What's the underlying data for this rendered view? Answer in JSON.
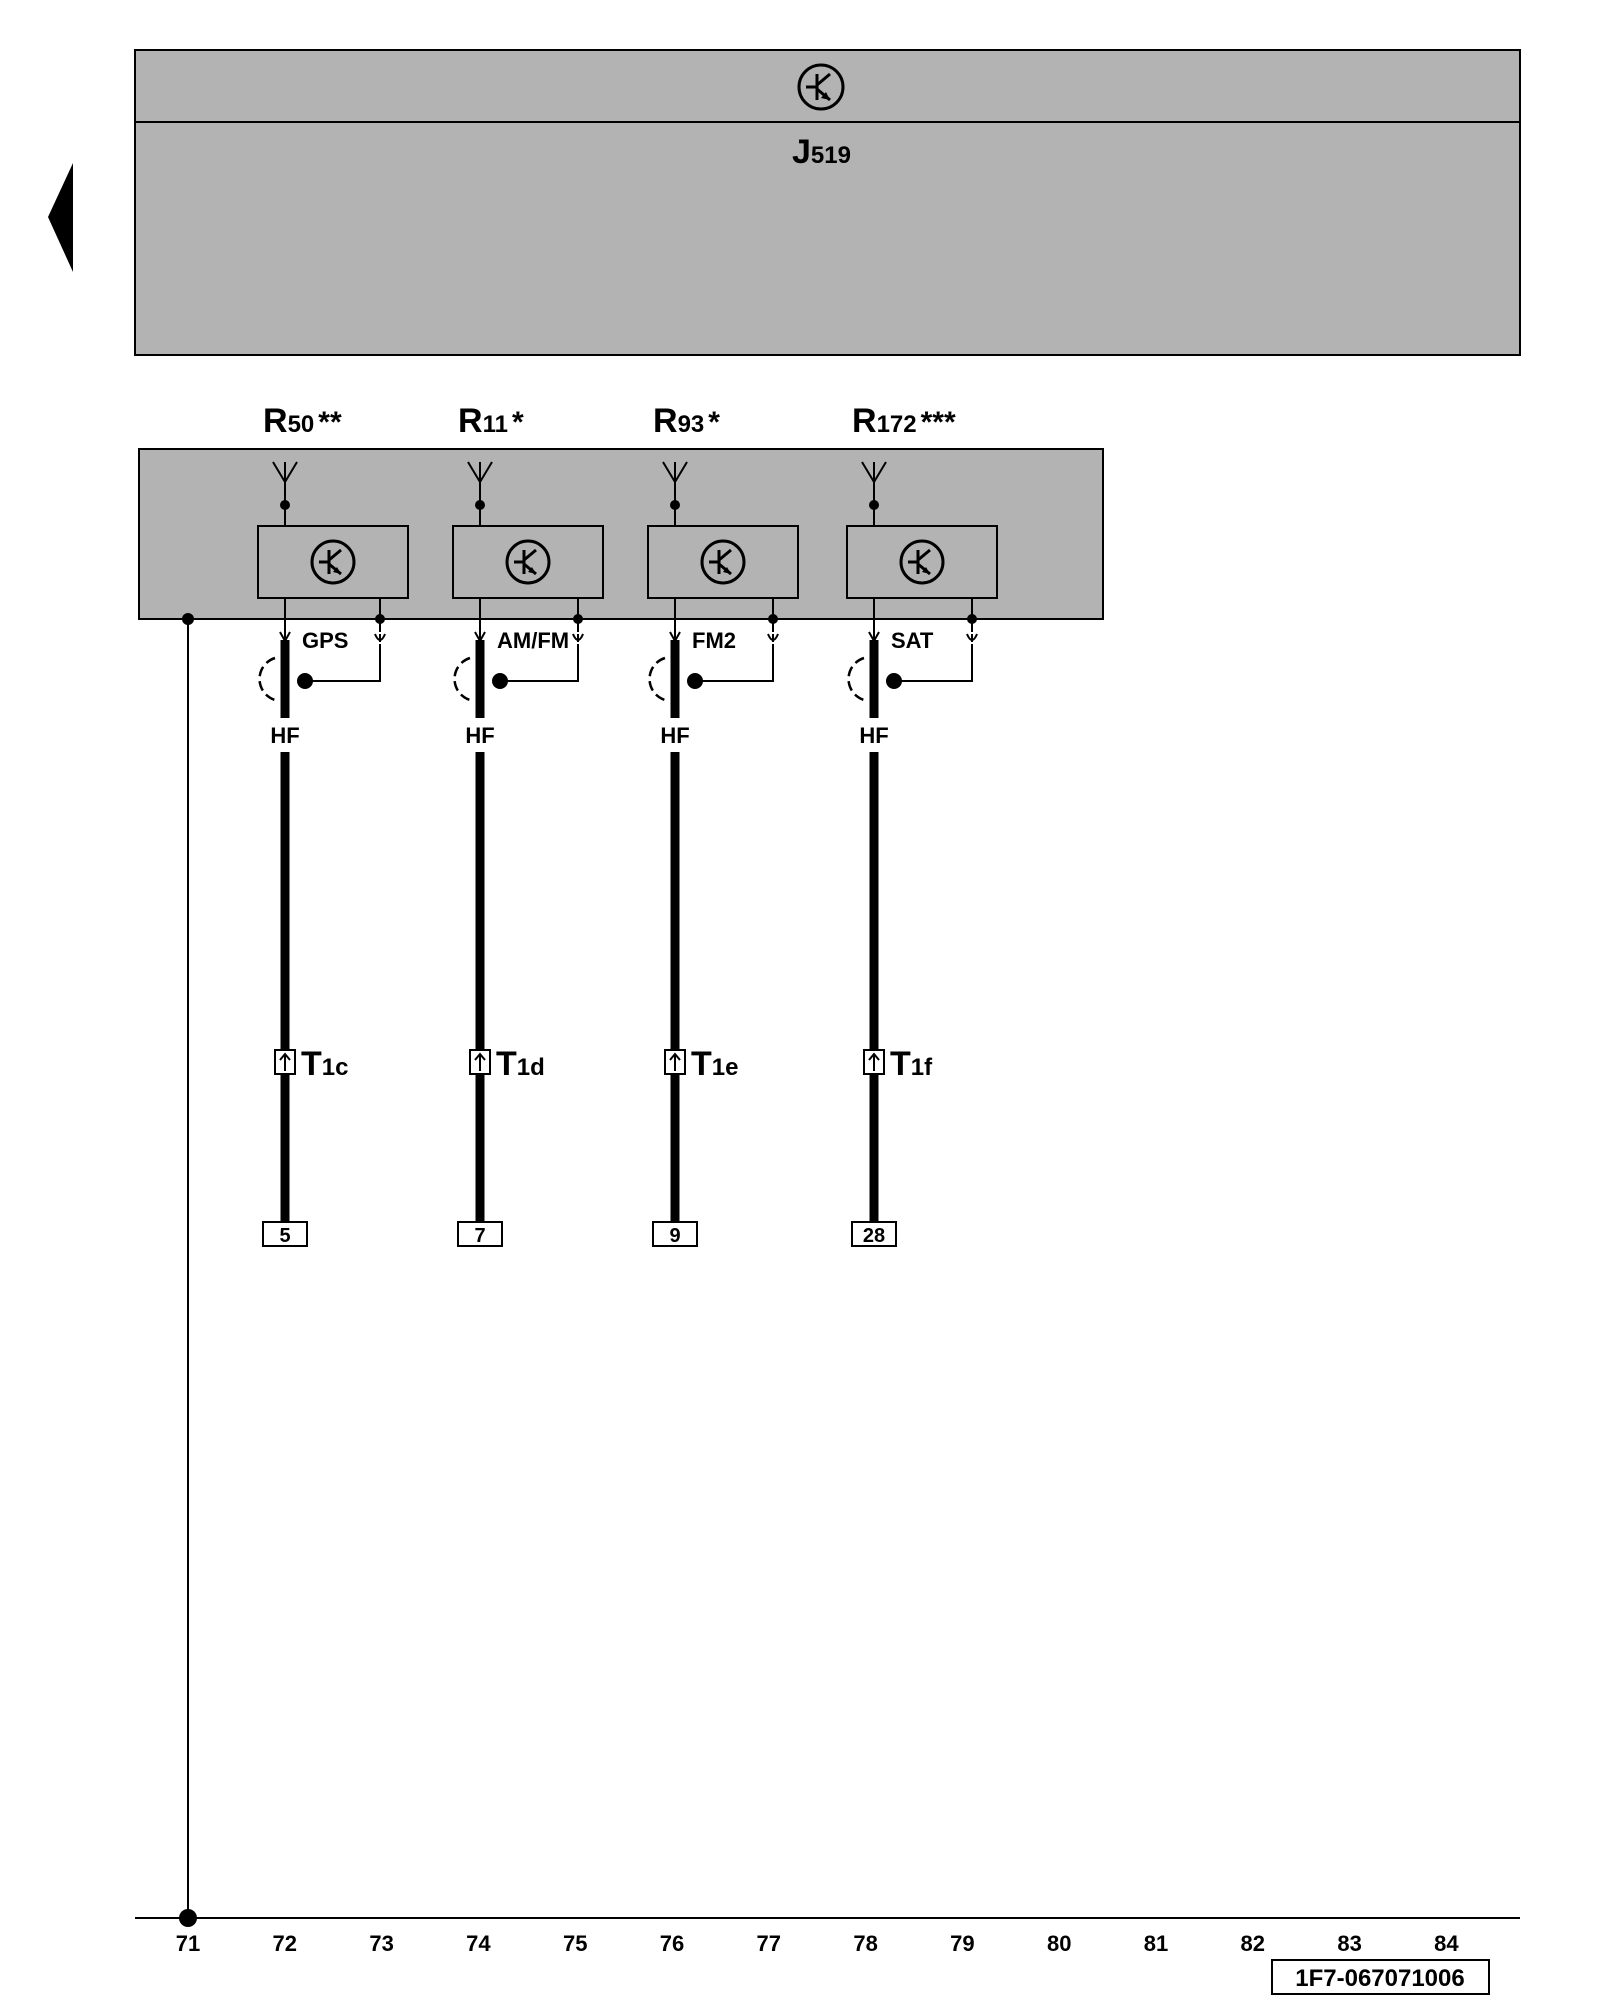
{
  "control_unit": {
    "letter": "J",
    "sub": "519"
  },
  "antennas": [
    {
      "letter": "R",
      "sub": "50",
      "stars": "**",
      "signal": "GPS",
      "connector_letter": "T",
      "connector_sub": "1c",
      "pin": "5"
    },
    {
      "letter": "R",
      "sub": "11",
      "stars": "*",
      "signal": "AM/FM",
      "connector_letter": "T",
      "connector_sub": "1d",
      "pin": "7"
    },
    {
      "letter": "R",
      "sub": "93",
      "stars": "*",
      "signal": "FM2",
      "connector_letter": "T",
      "connector_sub": "1e",
      "pin": "9"
    },
    {
      "letter": "R",
      "sub": "172",
      "stars": "***",
      "signal": "SAT",
      "connector_letter": "T",
      "connector_sub": "1f",
      "pin": "28"
    }
  ],
  "wire_type": "HF",
  "track_numbers": [
    "71",
    "72",
    "73",
    "74",
    "75",
    "76",
    "77",
    "78",
    "79",
    "80",
    "81",
    "82",
    "83",
    "84"
  ],
  "diagram_id": "1F7-067071006",
  "colors": {
    "box_fill": "#b3b3b3",
    "line": "#000000",
    "background": "#ffffff"
  },
  "icons": {
    "module_symbol": "transistor-icon",
    "antenna_symbol": "antenna-icon",
    "page_marker": "left-arrow-icon"
  }
}
